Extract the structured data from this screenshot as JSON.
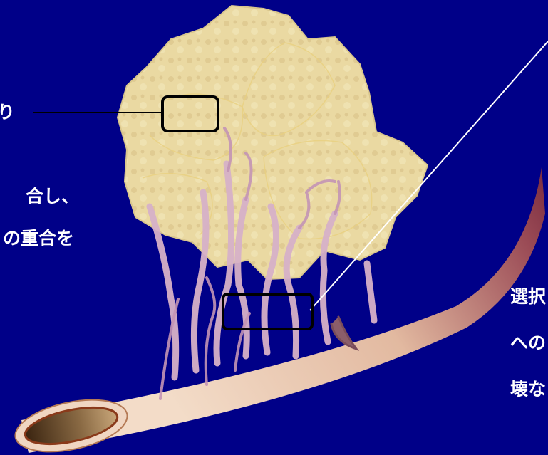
{
  "slide": {
    "background_color": "#000088",
    "left_labels": {
      "line1": "り",
      "line2": "合し、",
      "line3": "の重合を"
    },
    "right_labels": {
      "line1": "選択",
      "line2": "への",
      "line3": "壊な"
    }
  },
  "colors": {
    "tumor_fill": "#e9d9a0",
    "tumor_outline": "#d6c489",
    "vessel_light": "#f0d3c0",
    "vessel_dark": "#6b1530",
    "capillary": "#d8b0c8",
    "callout_box": "#000000",
    "pointer_line": "#ffffff"
  },
  "icons": [
    "tumor-mass",
    "blood-vessel",
    "capillary-network",
    "callout-box"
  ]
}
